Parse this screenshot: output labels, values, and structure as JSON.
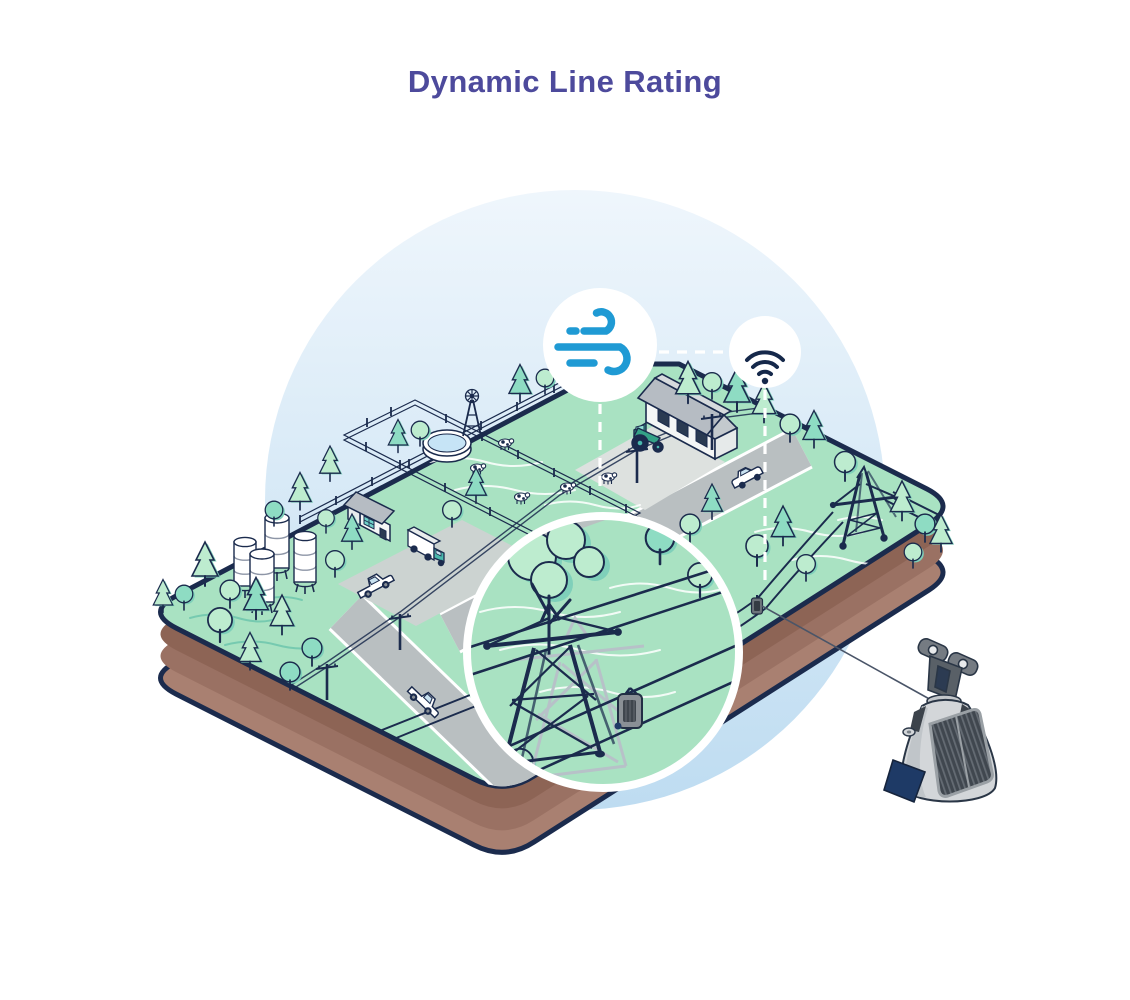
{
  "title": {
    "text": "Dynamic Line Rating"
  },
  "icons": {
    "wind": "wind-icon",
    "wifi": "wifi-icon",
    "magnifier": "magnifier-circle",
    "sensor": "dlr-sensor-device"
  },
  "palette": {
    "background": "#ffffff",
    "sky_top": "#eff6fc",
    "sky_bottom": "#bedcf1",
    "title_text": "#4d4a9c",
    "outline": "#1b2b4d",
    "land": "#a9e2c2",
    "earth_dark": "#8d6455",
    "earth_mid": "#9a7163",
    "earth_light": "#a98071",
    "road": "#b9bfc1",
    "parking": "#ccd3d1",
    "farmyard": "#dde1df",
    "tree_light": "#bdeccf",
    "tree_teal": "#8edcc3",
    "tree_shadow": "#7fd0ba",
    "water": "#c6e4f6",
    "roof_gray": "#b6bcc3",
    "wall_white": "#f4f6f6",
    "accent_teal": "#4ab8ad",
    "tractor_green": "#34a287",
    "wind_icon_blue": "#1f9ad4",
    "wifi_icon_navy": "#15284a",
    "device_body": "#d3d6d9",
    "device_panel": "#40474f",
    "device_wedge": "#1e3a66"
  }
}
